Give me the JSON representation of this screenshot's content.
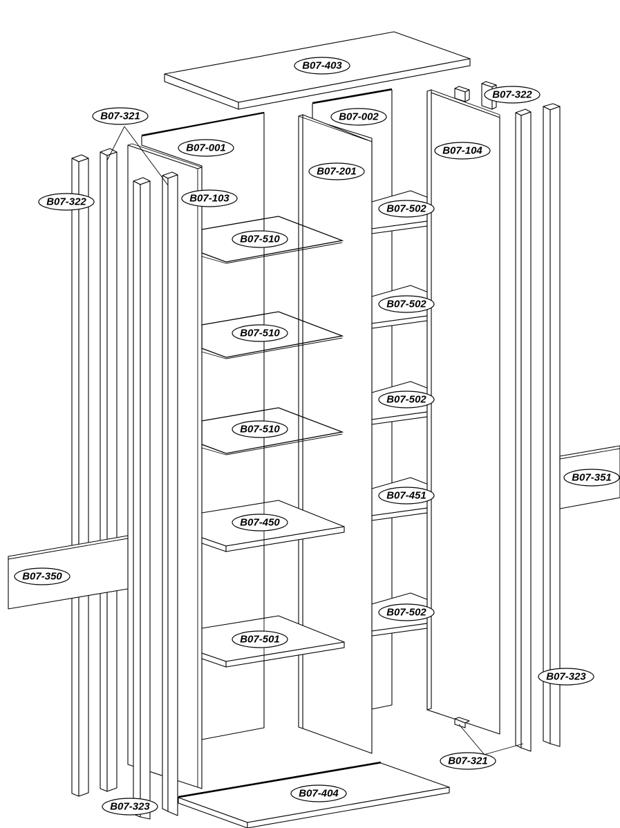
{
  "diagram": {
    "labels": {
      "top_panel": "B07-403",
      "bottom_panel": "B07-404",
      "back_left": "B07-001",
      "back_right": "B07-002",
      "side_left": "B07-103",
      "side_right": "B07-104",
      "center_divider": "B07-201",
      "strip_left_upper": "B07-321",
      "strip_right_lower": "B07-321",
      "strip_left": "B07-322",
      "strip_right_top": "B07-322",
      "strip_left_bottom": "B07-323",
      "strip_right": "B07-323",
      "rail_left": "B07-350",
      "rail_right": "B07-351",
      "glass_shelf_1": "B07-510",
      "glass_shelf_2": "B07-510",
      "glass_shelf_3": "B07-510",
      "shelf_left_450": "B07-450",
      "shelf_left_501": "B07-501",
      "shelf_right_1": "B07-502",
      "shelf_right_2": "B07-502",
      "shelf_right_3": "B07-502",
      "shelf_right_451": "B07-451",
      "shelf_right_5": "B07-502"
    }
  }
}
